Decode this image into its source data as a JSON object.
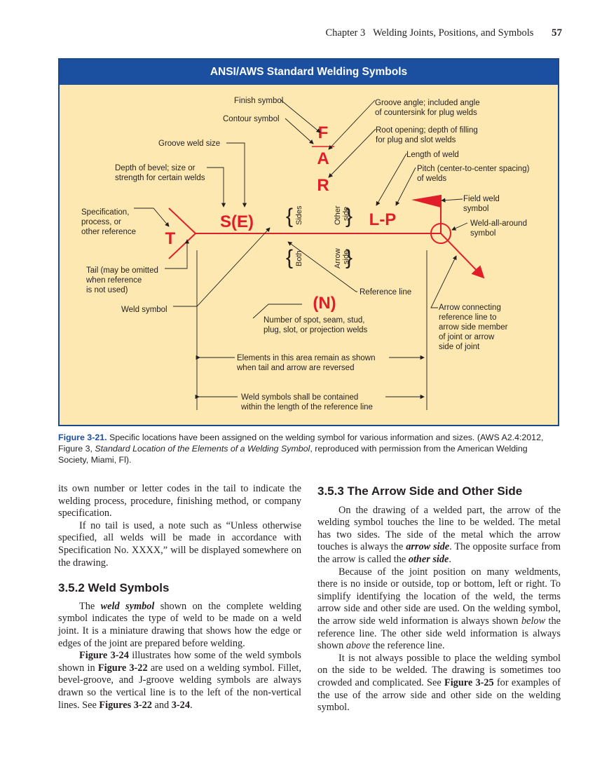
{
  "header": {
    "chapter": "Chapter 3",
    "title": "Welding Joints, Positions, and Symbols",
    "page": "57"
  },
  "figure": {
    "title": "ANSI/AWS Standard Welding Symbols",
    "labels": {
      "finish": "Finish symbol",
      "contour": "Contour symbol",
      "groove_size": "Groove weld size",
      "depth1": "Depth of bevel; size or",
      "depth2": "strength for certain welds",
      "spec1": "Specification,",
      "spec2": "process, or",
      "spec3": "other reference",
      "tail1": "Tail (may be omitted",
      "tail2": "when reference",
      "tail3": "is not used)",
      "weld_symbol": "Weld symbol",
      "groove_angle1": "Groove angle; included angle",
      "groove_angle2": "of countersink for plug welds",
      "root1": "Root opening; depth of filling",
      "root2": "for plug and slot welds",
      "length": "Length of weld",
      "pitch1": "Pitch (center-to-center spacing)",
      "pitch2": "of welds",
      "field1": "Field weld",
      "field2": "symbol",
      "wall1": "Weld-all-around",
      "wall2": "symbol",
      "refline": "Reference line",
      "arrow1": "Arrow connecting",
      "arrow2": "reference line to",
      "arrow3": "arrow side member",
      "arrow4": "of joint or arrow",
      "arrow5": "side of joint",
      "num1": "Number of spot, seam, stud,",
      "num2": "plug, slot, or projection welds",
      "elem1": "Elements in this area remain as shown",
      "elem2": "when tail and arrow are reversed",
      "contain1": "Weld symbols shall be contained",
      "contain2": "within the length of the reference line",
      "sides": "Sides",
      "both": "Both",
      "other_side1": "Other",
      "other_side2": "side",
      "arrow_side1": "Arrow",
      "arrow_side2": "side",
      "F": "F",
      "A": "A",
      "R": "R",
      "SE": "S(E)",
      "T": "T",
      "LP": "L-P",
      "N": "(N)"
    }
  },
  "caption": {
    "label": "Figure 3-21.",
    "text1": " Specific locations have been assigned on the welding symbol for various information and sizes. (AWS A2.4:2012, Figure 3, ",
    "italic": "Standard Location of the Elements of a Welding Symbol",
    "text2": ", reproduced with permission from the American Welding Society, Miami, Fl)."
  },
  "left": {
    "p1": "its own number or letter codes in the tail to indicate the welding process, procedure, finishing method, or company specification.",
    "p2": "If no tail is used, a note such as “Unless otherwise specified, all welds will be made in accordance with Specification No. XXXX,” will be displayed somewhere on the drawing.",
    "h": "3.5.2 Weld Symbols",
    "p3a": "The ",
    "p3b": "weld symbol",
    "p3c": " shown on the complete welding symbol indicates the type of weld to be made on a weld joint. It is a miniature drawing that shows how the edge or edges of the joint are prepared before welding.",
    "p4a": "Figure 3-24",
    "p4b": " illustrates how some of the weld symbols shown in ",
    "p4c": "Figure 3-22",
    "p4d": " are used on a welding symbol. Fillet, bevel-groove, and J-groove welding symbols are always drawn so the vertical line is to the left of the non-vertical lines. See ",
    "p4e": "Figures 3-22",
    "p4f": " and ",
    "p4g": "3-24",
    "p4h": "."
  },
  "right": {
    "h": "3.5.3 The Arrow Side and Other Side",
    "p1a": "On the drawing of a welded part, the arrow of the welding symbol touches the line to be welded. The metal has two sides. The side of the metal which the arrow touches is always the ",
    "p1b": "arrow side",
    "p1c": ". The opposite surface from the arrow is called the ",
    "p1d": "other side",
    "p1e": ".",
    "p2a": "Because of the joint position on many weldments, there is no inside or outside, top or bottom, left or right. To simplify identifying the location of the weld, the terms arrow side and other side are used. On the welding symbol, the arrow side weld information is always shown ",
    "p2b": "below",
    "p2c": " the reference line. The other side weld information is always shown ",
    "p2d": "above",
    "p2e": " the reference line.",
    "p3a": "It is not always possible to place the welding symbol on the side to be welded. The drawing is sometimes too crowded and complicated. See ",
    "p3b": "Figure 3-25",
    "p3c": " for examples of the use of the arrow side and other side on the welding symbol."
  }
}
